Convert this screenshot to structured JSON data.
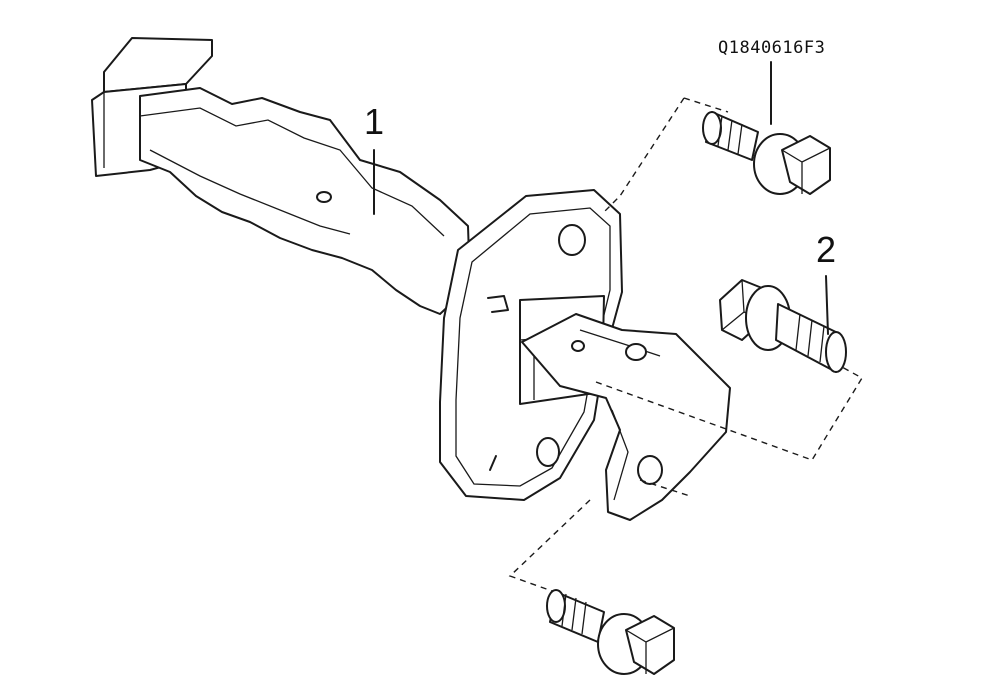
{
  "diagram": {
    "callouts": [
      {
        "id": "1",
        "label": "1"
      },
      {
        "id": "2",
        "label": "2"
      }
    ],
    "part_code": "Q1840616F3"
  }
}
